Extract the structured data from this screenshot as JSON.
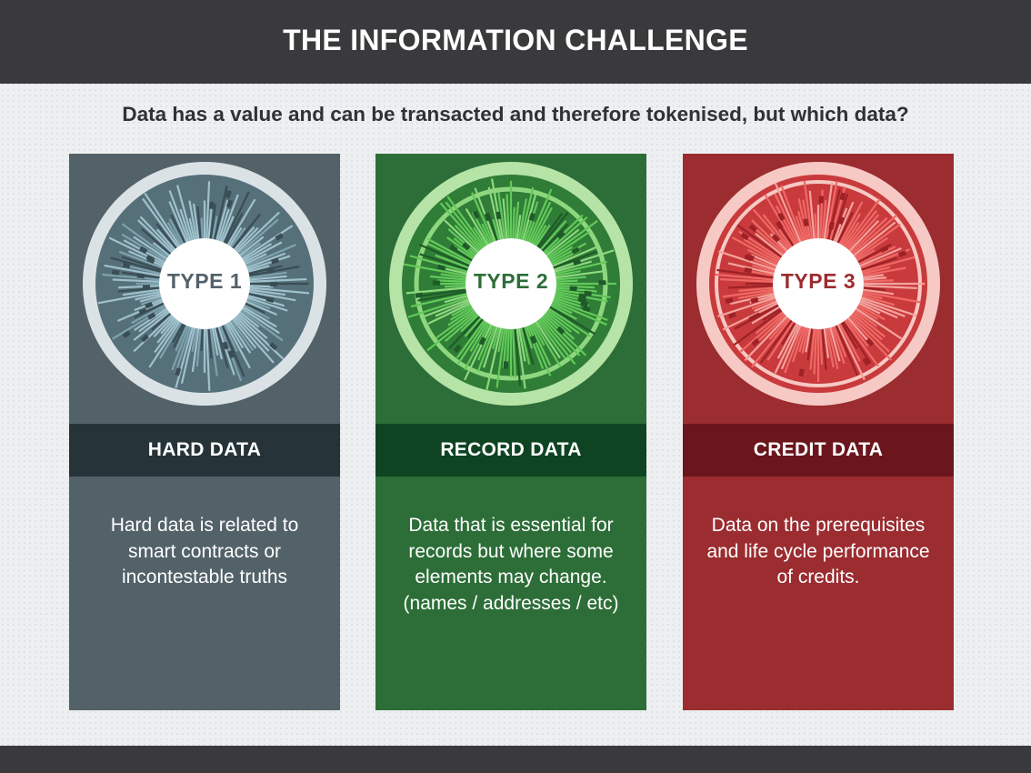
{
  "header": {
    "title": "THE INFORMATION CHALLENGE"
  },
  "subtitle": "Data has a value and can be transacted and therefore tokenised, but which data?",
  "panels": [
    {
      "type_label": "TYPE 1",
      "heading": "HARD DATA",
      "description": "Hard data is related to smart contracts or incontestable truths",
      "colors": {
        "panel": "#536269",
        "band": "#263338",
        "outer_ring": "#dbe2e6",
        "ring_base": "#56707a",
        "bar_light": "#9fc1cc",
        "bar_dark": "#3a4d55",
        "accent": "#7da2ae",
        "label": "#536269"
      }
    },
    {
      "type_label": "TYPE 2",
      "heading": "RECORD DATA",
      "description": "Data that is essential for records but where some elements may change. (names / addresses / etc)",
      "colors": {
        "panel": "#2d6e38",
        "band": "#0f4423",
        "outer_ring": "#b6e3a6",
        "ring_base": "#2f7d36",
        "bar_light": "#63c95a",
        "bar_dark": "#1f5a28",
        "accent": "#8fd77f",
        "label": "#2d6e38"
      }
    },
    {
      "type_label": "TYPE 3",
      "heading": "CREDIT DATA",
      "description": "Data on the prerequisites and life cycle performance of credits.",
      "colors": {
        "panel": "#9b2c30",
        "band": "#6a161c",
        "outer_ring": "#f6c9c4",
        "ring_base": "#c93a3c",
        "bar_light": "#ee6a66",
        "bar_dark": "#9c2226",
        "accent": "#f4a39e",
        "label": "#9b2c30"
      }
    }
  ]
}
